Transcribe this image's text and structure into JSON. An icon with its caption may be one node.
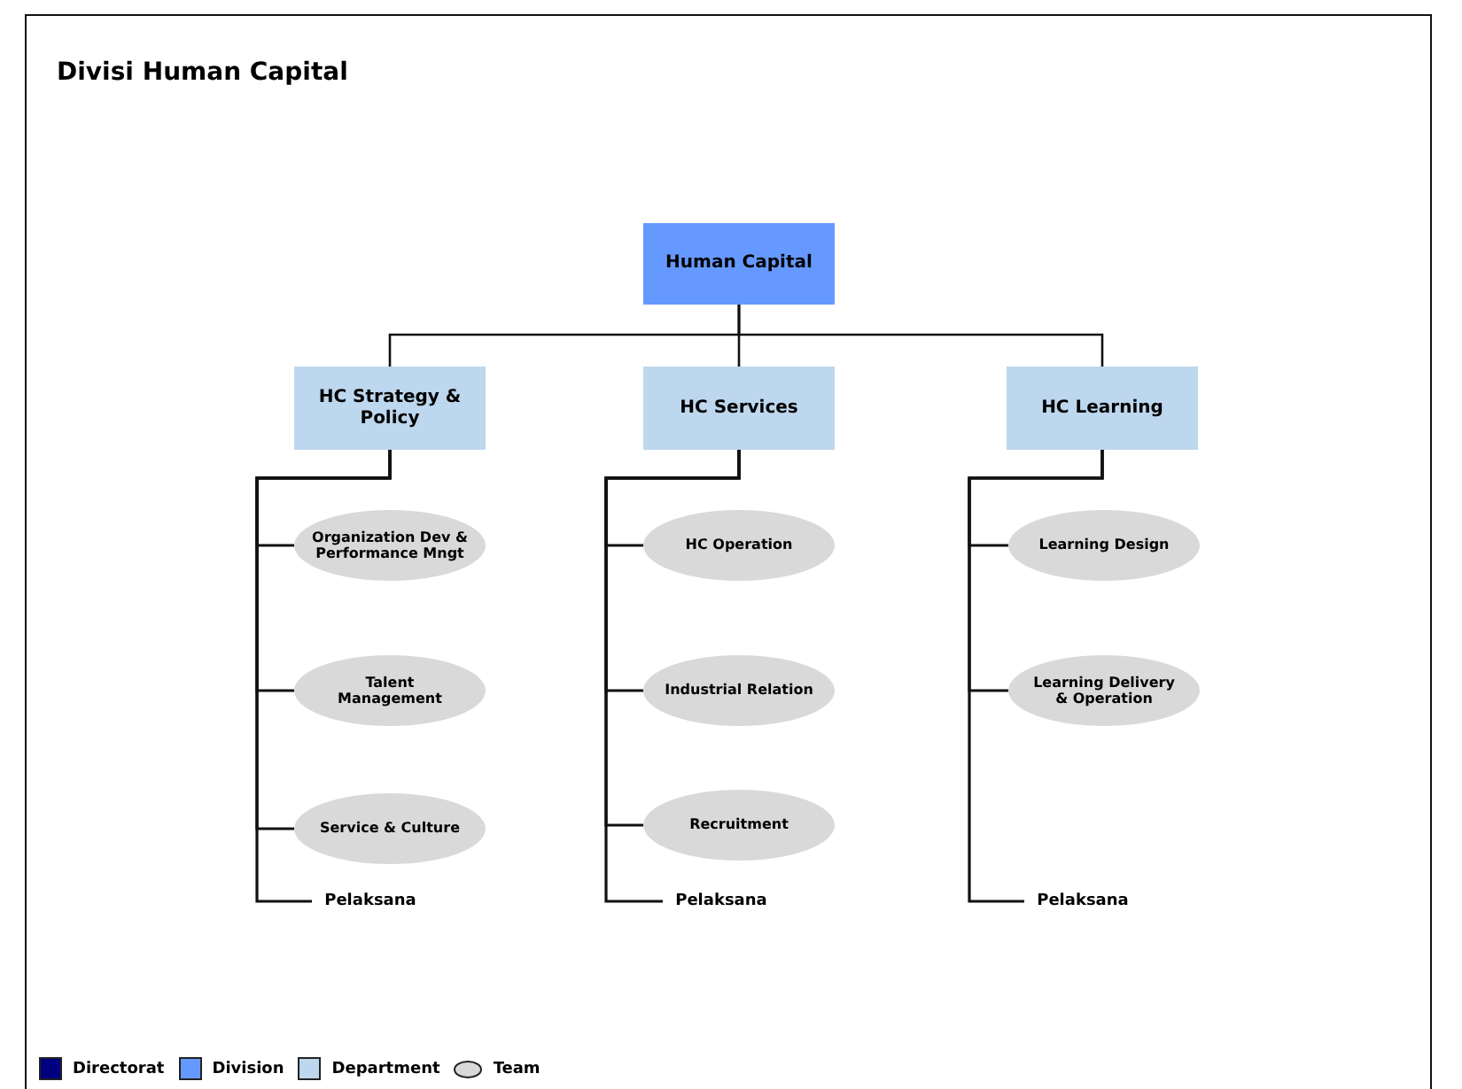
{
  "diagram": {
    "title": "Divisi Human Capital",
    "nodes": [
      {
        "text": [
          "Human Capital"
        ]
      },
      {
        "text": [
          "HC Strategy & Policy"
        ]
      },
      {
        "text": [
          "HC Services"
        ]
      },
      {
        "text": [
          "HC Learning"
        ]
      },
      {
        "text": [
          "Organization Dev & Performance Mngt"
        ]
      },
      {
        "text": [
          "Talent Management"
        ]
      },
      {
        "text": [
          "Service & Culture"
        ]
      },
      {
        "text": [
          "Pelaksana"
        ]
      },
      {
        "text": [
          "HC Operation"
        ]
      },
      {
        "text": [
          "Industrial Relation"
        ]
      },
      {
        "text": [
          "Recruitment"
        ]
      },
      {
        "text": [
          "Pelaksana"
        ]
      },
      {
        "text": [
          "Learning Design"
        ]
      },
      {
        "text": [
          "Learning Delivery & Operation"
        ]
      },
      {
        "text": [
          "Pelaksana"
        ]
      }
    ],
    "edges": [
      {
        "from": 0,
        "to": 1,
        "arrow": "none"
      },
      {
        "from": 0,
        "to": 2,
        "arrow": "none"
      },
      {
        "from": 0,
        "to": 3,
        "arrow": "none"
      },
      {
        "from": 1,
        "to": 4,
        "arrow": "none"
      },
      {
        "from": 1,
        "to": 5,
        "arrow": "none"
      },
      {
        "from": 1,
        "to": 6,
        "arrow": "none"
      },
      {
        "from": 1,
        "to": 7,
        "arrow": "none"
      },
      {
        "from": 2,
        "to": 8,
        "arrow": "none"
      },
      {
        "from": 2,
        "to": 9,
        "arrow": "none"
      },
      {
        "from": 2,
        "to": 10,
        "arrow": "none"
      },
      {
        "from": 2,
        "to": 11,
        "arrow": "none"
      },
      {
        "from": 3,
        "to": 12,
        "arrow": "none"
      },
      {
        "from": 3,
        "to": 13,
        "arrow": "none"
      },
      {
        "from": 3,
        "to": 14,
        "arrow": "none"
      }
    ],
    "legend": [
      {
        "text": "Directorat",
        "color": "#000080"
      },
      {
        "text": "Division",
        "color": "#6699ff"
      },
      {
        "text": "Department",
        "color": "#bdd7ee"
      },
      {
        "text": "Team"
      }
    ]
  }
}
